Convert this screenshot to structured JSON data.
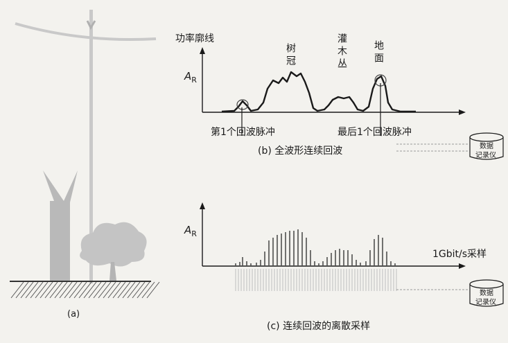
{
  "panel_a": {
    "caption": "(a)"
  },
  "panel_b": {
    "power_profile_label": "功率廓线",
    "canopy_label": "树\n冠",
    "shrub_label": "灌\n木\n丛",
    "ground_label": "地\n面",
    "amplitude_symbol": "A",
    "amplitude_subscript": "R",
    "first_pulse_label": "第1个回波脉冲",
    "last_pulse_label": "最后1个回波脉冲",
    "caption": "(b) 全波形连续回波",
    "recorder_label": "数据\n记录仪"
  },
  "panel_c": {
    "amplitude_symbol": "A",
    "amplitude_subscript": "R",
    "sampling_rate_label": "1Gbit/s采样",
    "caption": "(c) 连续回波的离散采样",
    "recorder_label": "数据\n记录仪"
  },
  "colors": {
    "background": "#f3f2ee",
    "ink": "#1a1a1a",
    "tree_gray": "#b9b9b9",
    "pole_gray": "#c9c9c9",
    "ground_hatch": "#555555"
  }
}
